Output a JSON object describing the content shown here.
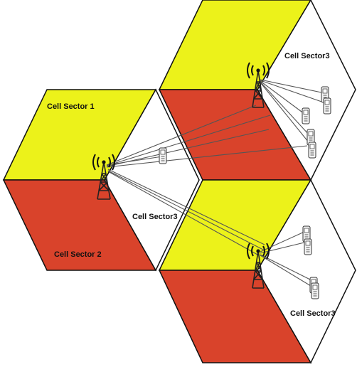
{
  "labels": {
    "cell1_sector1": "Cell Sector 1",
    "cell1_sector2": "Cell Sector 2",
    "cell1_sector3": "Cell Sector3",
    "cell2_sector3": "Cell Sector3",
    "cell3_sector3": "Cell Sector3"
  },
  "colors": {
    "sector_yellow": "#ecf21a",
    "sector_red": "#d9432b",
    "sector_white": "#ffffff",
    "outline": "#111111",
    "link": "#555555"
  },
  "icons": {
    "base_station": "tower-icon",
    "user_equipment": "mobile-phone-icon"
  }
}
